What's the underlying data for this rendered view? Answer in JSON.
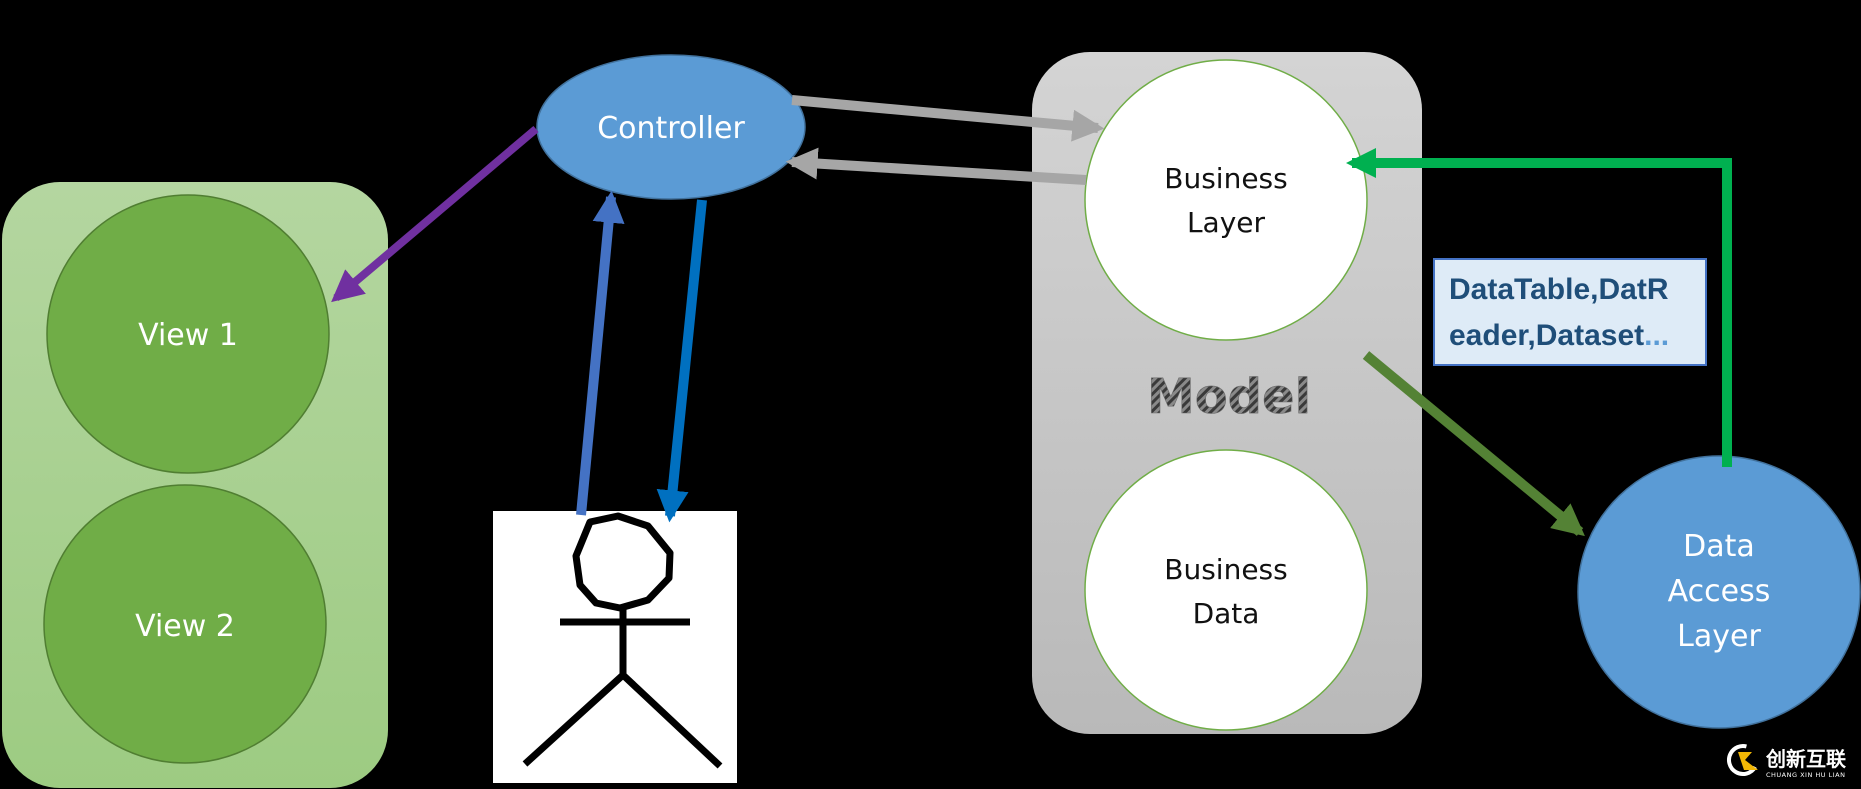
{
  "diagram": {
    "title": "MVC architecture",
    "views_group": {
      "view1": "View 1",
      "view2": "View 2"
    },
    "controller": "Controller",
    "user": "user-stick-figure",
    "model": {
      "label": "Model",
      "business_layer": [
        "Business",
        "Layer"
      ],
      "business_data": [
        "Business",
        "Data"
      ]
    },
    "data_access_layer": [
      "Data",
      "Access",
      "Layer"
    ],
    "note": {
      "line1": "DataTable,DatR",
      "line2": "eader,Dataset",
      "ellipsis": "..."
    },
    "edges": [
      {
        "from": "Controller",
        "to": "View 1",
        "color": "#7030a0"
      },
      {
        "from": "Controller",
        "to": "Business Layer",
        "color": "#a6a6a6"
      },
      {
        "from": "Business Layer",
        "to": "Controller",
        "color": "#a6a6a6"
      },
      {
        "from": "User",
        "to": "Controller",
        "color": "#4472c4"
      },
      {
        "from": "Controller",
        "to": "User",
        "color": "#0070c0"
      },
      {
        "from": "Business Layer",
        "to": "Data Access Layer",
        "color": "#548235"
      },
      {
        "from": "Data Access Layer",
        "to": "Business Layer",
        "color": "#00b050"
      }
    ],
    "colors": {
      "background": "#000000",
      "views_container": "#a9d18e",
      "view_circle": "#70ad47",
      "controller": "#5b9bd5",
      "model_container": "#c8c8c8",
      "business_circle": "#ffffff",
      "dal_circle": "#5b9bd5",
      "note_bg": "#deebf7",
      "note_border": "#4472c4"
    }
  },
  "watermark": {
    "brand_cn": "创新互联",
    "brand_en": "CHUANG XIN HU LIAN"
  }
}
